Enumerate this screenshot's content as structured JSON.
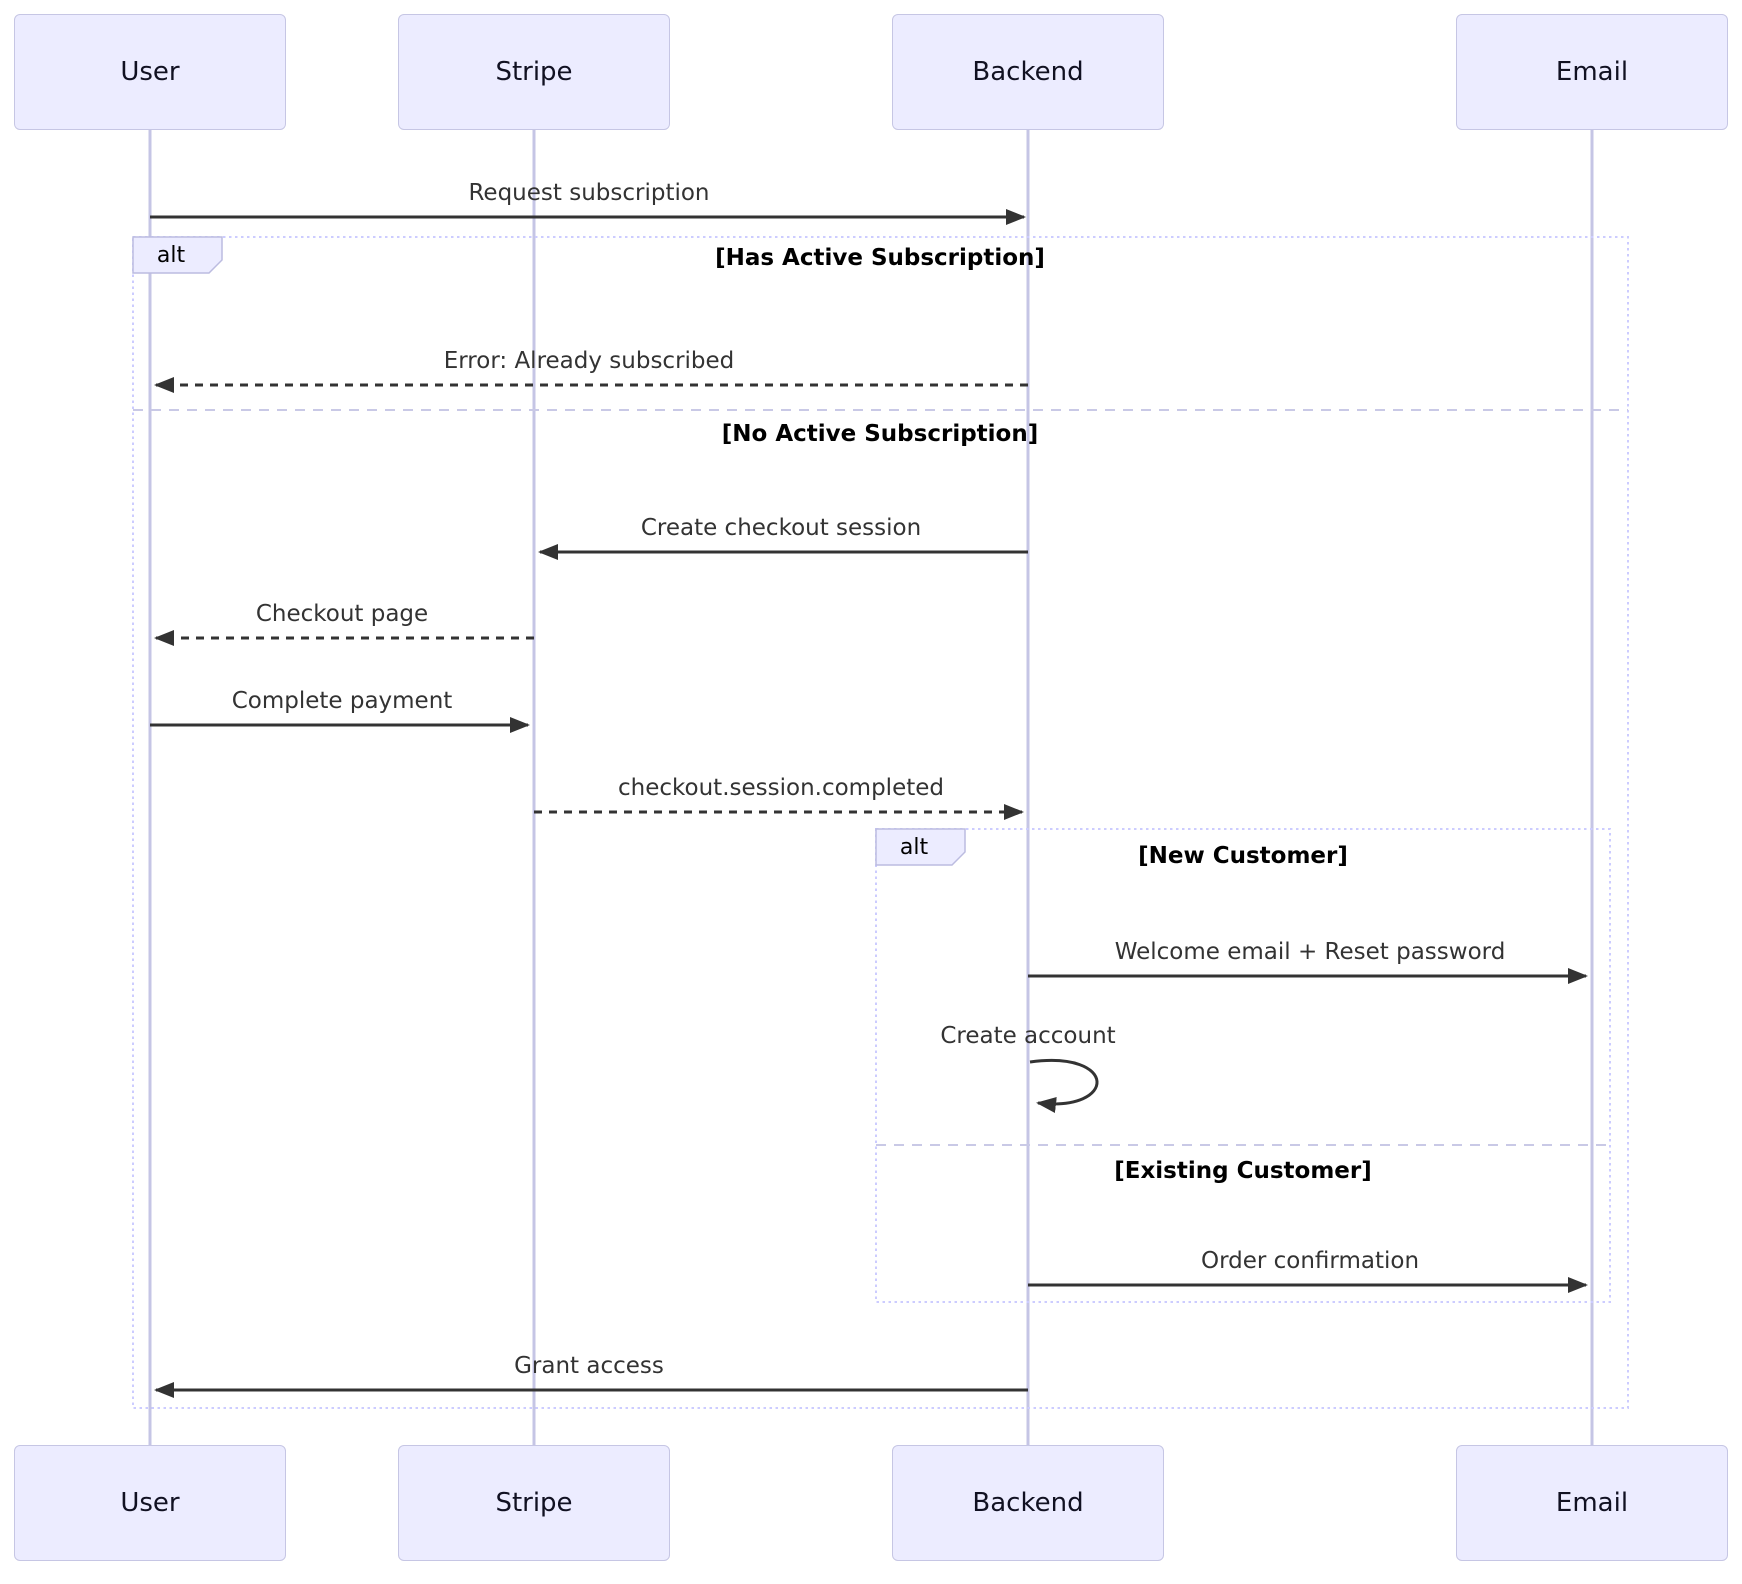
{
  "diagram": {
    "type": "sequence-diagram",
    "actors": [
      {
        "name": "User"
      },
      {
        "name": "Stripe"
      },
      {
        "name": "Backend"
      },
      {
        "name": "Email"
      }
    ],
    "messages": [
      {
        "from": "User",
        "to": "Backend",
        "label": "Request subscription",
        "line": "solid"
      },
      {
        "from": "Backend",
        "to": "User",
        "label": "Error: Already subscribed",
        "line": "dashed"
      },
      {
        "from": "Backend",
        "to": "Stripe",
        "label": "Create checkout session",
        "line": "solid"
      },
      {
        "from": "Stripe",
        "to": "User",
        "label": "Checkout page",
        "line": "dashed"
      },
      {
        "from": "User",
        "to": "Stripe",
        "label": "Complete payment",
        "line": "solid"
      },
      {
        "from": "Stripe",
        "to": "Backend",
        "label": "checkout.session.completed",
        "line": "dashed"
      },
      {
        "from": "Backend",
        "to": "Email",
        "label": "Welcome email + Reset password",
        "line": "solid"
      },
      {
        "from": "Backend",
        "to": "Backend",
        "label": "Create account",
        "line": "self"
      },
      {
        "from": "Backend",
        "to": "Email",
        "label": "Order confirmation",
        "line": "solid"
      },
      {
        "from": "Backend",
        "to": "User",
        "label": "Grant access",
        "line": "solid"
      }
    ],
    "alt_frames": [
      {
        "label": "alt",
        "conditions": [
          "[Has Active Subscription]",
          "[No Active Subscription]"
        ]
      },
      {
        "label": "alt",
        "conditions": [
          "[New Customer]",
          "[Existing Customer]"
        ]
      }
    ],
    "colors": {
      "actor_fill": "#ECECFF",
      "actor_border": "#C6C6E4",
      "lifeline": "#C5C5E5",
      "frame_border": "#CCCCFF",
      "arrow": "#333333",
      "message_text": "#333333",
      "condition_text": "#000000",
      "background": "#FFFFFF"
    }
  }
}
